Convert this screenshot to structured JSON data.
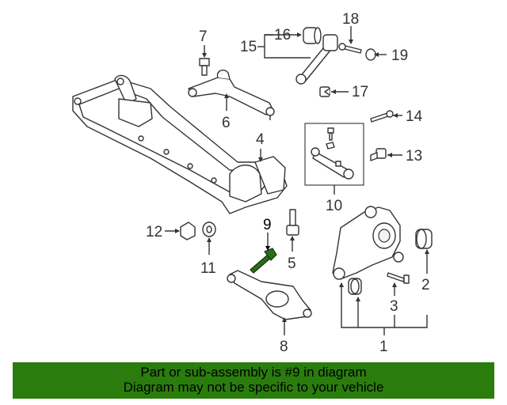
{
  "highlight_color": "#2a7d0d",
  "callouts": {
    "c1": "1",
    "c2": "2",
    "c3": "3",
    "c4": "4",
    "c5": "5",
    "c6": "6",
    "c7": "7",
    "c8": "8",
    "c9": "9",
    "c10": "10",
    "c11": "11",
    "c12": "12",
    "c13": "13",
    "c14": "14",
    "c15": "15",
    "c16": "16",
    "c17": "17",
    "c18": "18",
    "c19": "19"
  },
  "banner": {
    "line1": "Part or sub-assembly is #9 in diagram",
    "line2": "Diagram may not be specific to your vehicle"
  }
}
